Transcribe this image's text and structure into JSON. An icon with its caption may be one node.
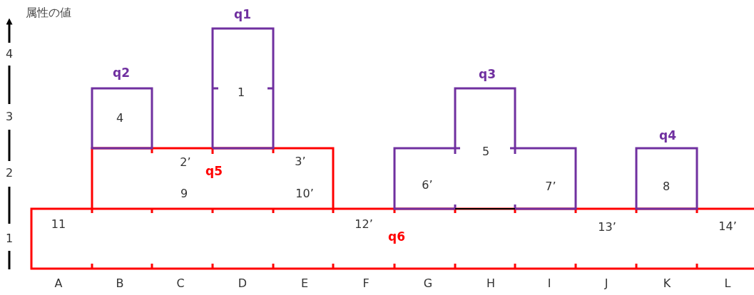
{
  "diagram": {
    "nodes": [
      {
        "text": [
          "q1",
          "1"
        ]
      },
      {
        "text": [
          "q2",
          "4"
        ]
      },
      {
        "text": [
          "q3",
          "5",
          "6’",
          "7’"
        ]
      },
      {
        "text": [
          "q4",
          "8"
        ]
      },
      {
        "text": [
          "q5",
          "2’",
          "3’",
          "9",
          "10’"
        ]
      },
      {
        "text": [
          "q6",
          "11",
          "12’",
          "13’",
          "14’"
        ]
      }
    ],
    "labels": [
      "属性の値",
      "4",
      "3",
      "2",
      "1",
      "A",
      "B",
      "C",
      "D",
      "E",
      "F",
      "G",
      "H",
      "I",
      "J",
      "K",
      "L"
    ]
  }
}
